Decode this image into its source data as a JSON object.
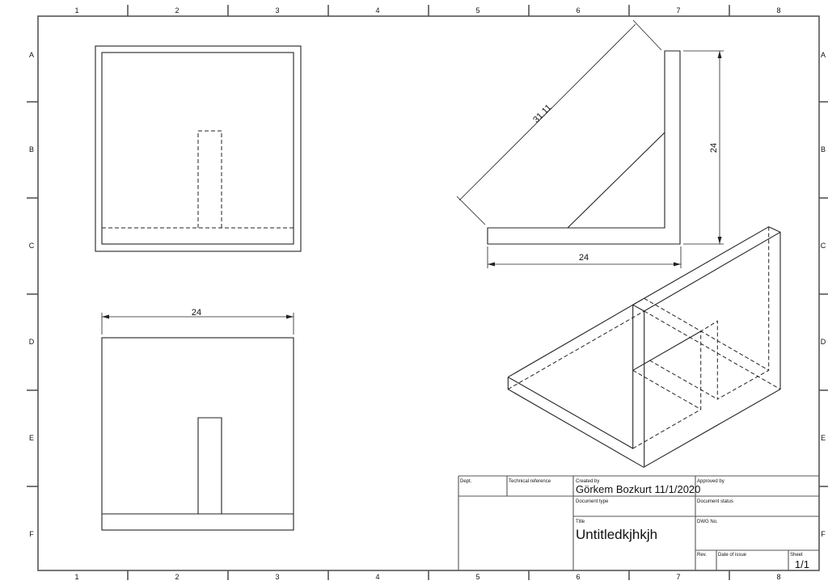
{
  "border": {
    "columns": [
      "1",
      "2",
      "3",
      "4",
      "5",
      "6",
      "7",
      "8"
    ],
    "rows": [
      "A",
      "B",
      "C",
      "D",
      "E",
      "F"
    ]
  },
  "dimensions": {
    "front_width": "24",
    "side_width": "24",
    "side_height": "24",
    "side_diagonal": "31.11"
  },
  "title_block": {
    "dept_label": "Dept.",
    "tech_ref_label": "Technical reference",
    "created_by_label": "Created by",
    "created_by_value": "Görkem Bozkurt 11/1/2020",
    "approved_by_label": "Approved by",
    "doc_type_label": "Document type",
    "doc_status_label": "Document status",
    "title_label": "Title",
    "title_value": "Untitledkjhkjh",
    "dwg_no_label": "DWG No.",
    "rev_label": "Rev.",
    "date_label": "Date of issue",
    "sheet_label": "Sheet",
    "sheet_value": "1/1"
  }
}
